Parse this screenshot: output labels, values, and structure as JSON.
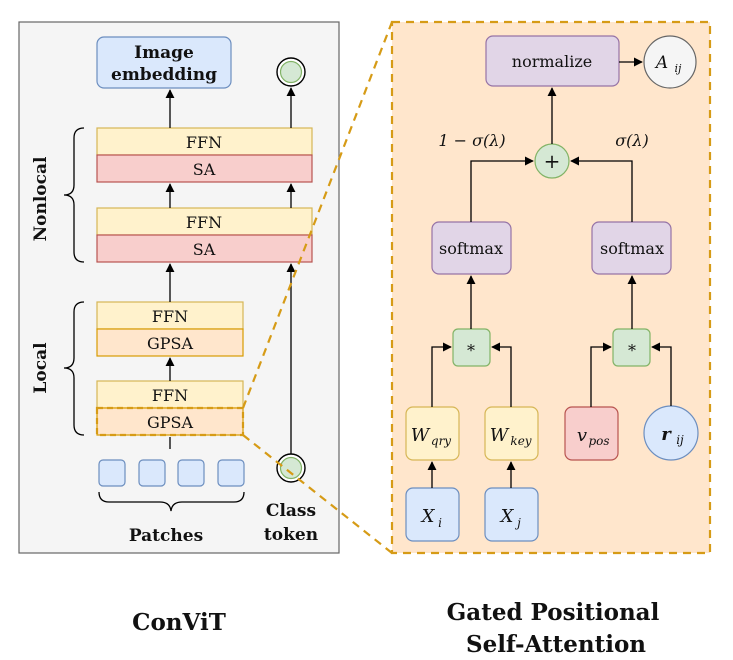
{
  "left": {
    "image_embedding_line1": "Image",
    "image_embedding_line2": "embedding",
    "nonlocal_label": "Nonlocal",
    "local_label": "Local",
    "ffn_label": "FFN",
    "sa_label": "SA",
    "gpsa_label": "GPSA",
    "patches_label": "Patches",
    "class_token_line1": "Class",
    "class_token_line2": "token",
    "caption": "ConViT"
  },
  "right": {
    "normalize_label": "normalize",
    "a_ij_base": "A",
    "a_ij_sub": "ij",
    "plus_label": "+",
    "one_minus_sigma": "1 − σ(λ)",
    "sigma_lambda": "σ(λ)",
    "softmax_label": "softmax",
    "mult_label": "*",
    "w_qry_base": "W",
    "w_qry_sub": "qry",
    "w_key_base": "W",
    "w_key_sub": "key",
    "v_pos_base": "v",
    "v_pos_sub": "pos",
    "r_ij_base": "r",
    "r_ij_sub": "ij",
    "x_i_base": "X",
    "x_i_sub": "i",
    "x_j_base": "X",
    "x_j_sub": "j",
    "caption_line1": "Gated Positional",
    "caption_line2": "Self-Attention"
  },
  "colors": {
    "blue_fill": "#dae8fc",
    "blue_stroke": "#6c8ebf",
    "yellow_fill": "#fff2cc",
    "yellow_stroke": "#d6b656",
    "red_fill": "#f8cecc",
    "red_stroke": "#b85450",
    "orange_fill": "#ffe6cc",
    "orange_stroke": "#d79b00",
    "green_fill": "#d5e8d4",
    "green_stroke": "#82b366",
    "purple_fill": "#e1d5e7",
    "purple_stroke": "#9673a6",
    "panel_fill": "#f5f5f5",
    "panel_stroke": "#666666",
    "dash_color": "#d69b16"
  }
}
